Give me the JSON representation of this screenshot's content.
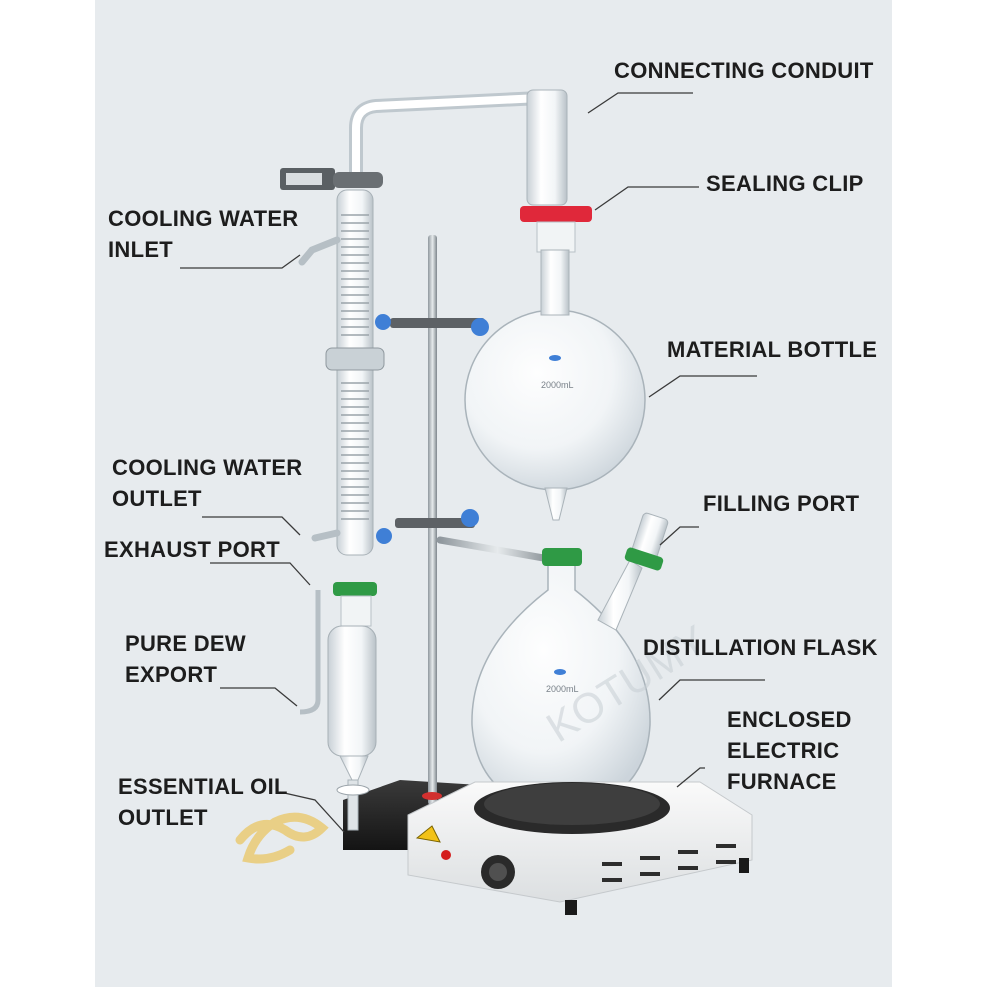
{
  "diagram": {
    "watermark": "KOTUMY",
    "glass": {
      "flask_upper_capacity": "2000mL",
      "flask_lower_capacity": "2000mL"
    },
    "labels": [
      {
        "id": "connecting-conduit",
        "lines": [
          "CONNECTING CONDUIT"
        ]
      },
      {
        "id": "sealing-clip",
        "lines": [
          "SEALING CLIP"
        ]
      },
      {
        "id": "cooling-water-inlet",
        "lines": [
          "COOLING WATER",
          "INLET"
        ]
      },
      {
        "id": "material-bottle",
        "lines": [
          "MATERIAL BOTTLE"
        ]
      },
      {
        "id": "cooling-water-outlet",
        "lines": [
          "COOLING WATER",
          "OUTLET"
        ]
      },
      {
        "id": "filling-port",
        "lines": [
          "FILLING PORT"
        ]
      },
      {
        "id": "exhaust-port",
        "lines": [
          "EXHAUST PORT"
        ]
      },
      {
        "id": "pure-dew-export",
        "lines": [
          "PURE DEW",
          "EXPORT"
        ]
      },
      {
        "id": "distillation-flask",
        "lines": [
          "DISTILLATION FLASK"
        ]
      },
      {
        "id": "enclosed-electric-furnace",
        "lines": [
          "ENCLOSED",
          "ELECTRIC",
          "FURNACE"
        ]
      },
      {
        "id": "essential-oil-outlet",
        "lines": [
          "ESSENTIAL OIL",
          "OUTLET"
        ]
      }
    ],
    "colors": {
      "background": "#e7ebee",
      "label_text": "#1d1d1d",
      "leader_line": "#3a3a3a",
      "sealing_clip_red": "#e0283a",
      "clip_green": "#2f9a45",
      "knob_blue": "#3f7fd6",
      "base_black": "#262626",
      "furnace_white": "#f4f4f4",
      "warning_yellow": "#f2c218"
    }
  }
}
